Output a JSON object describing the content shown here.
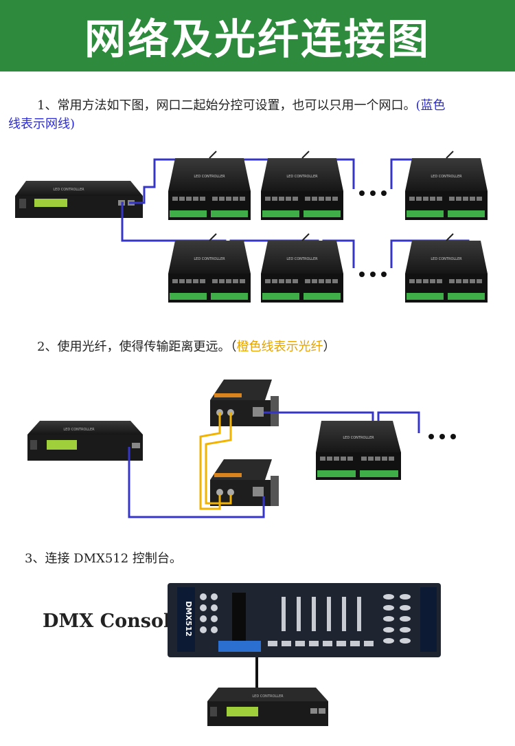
{
  "header": {
    "title": "网络及光纤连接图"
  },
  "section1": {
    "prefix": "1、常用方法如下图，网口二起始分控可设置，也可以只用一个网口。",
    "note_line1": "(蓝色",
    "note_line2": "线表示网线)"
  },
  "section2": {
    "prefix": "2、使用光纤，使得传输距离更远。（",
    "note": "橙色线表示光纤",
    "suffix": "）"
  },
  "section3": {
    "text": "3、连接 DMX512 控制台。",
    "console_label": "DMX Console"
  },
  "devices": {
    "controller_label": "LED CONTROLLER",
    "master_label": "LED CONTROLLER",
    "console_brand": "DMX512",
    "ellipsis": "• • •"
  },
  "colors": {
    "banner": "#2e8a3c",
    "network_cable": "#3535c8",
    "fiber_cable": "#f2b300",
    "device_body": "#1c1c1c",
    "terminal_green": "#3fae49"
  }
}
